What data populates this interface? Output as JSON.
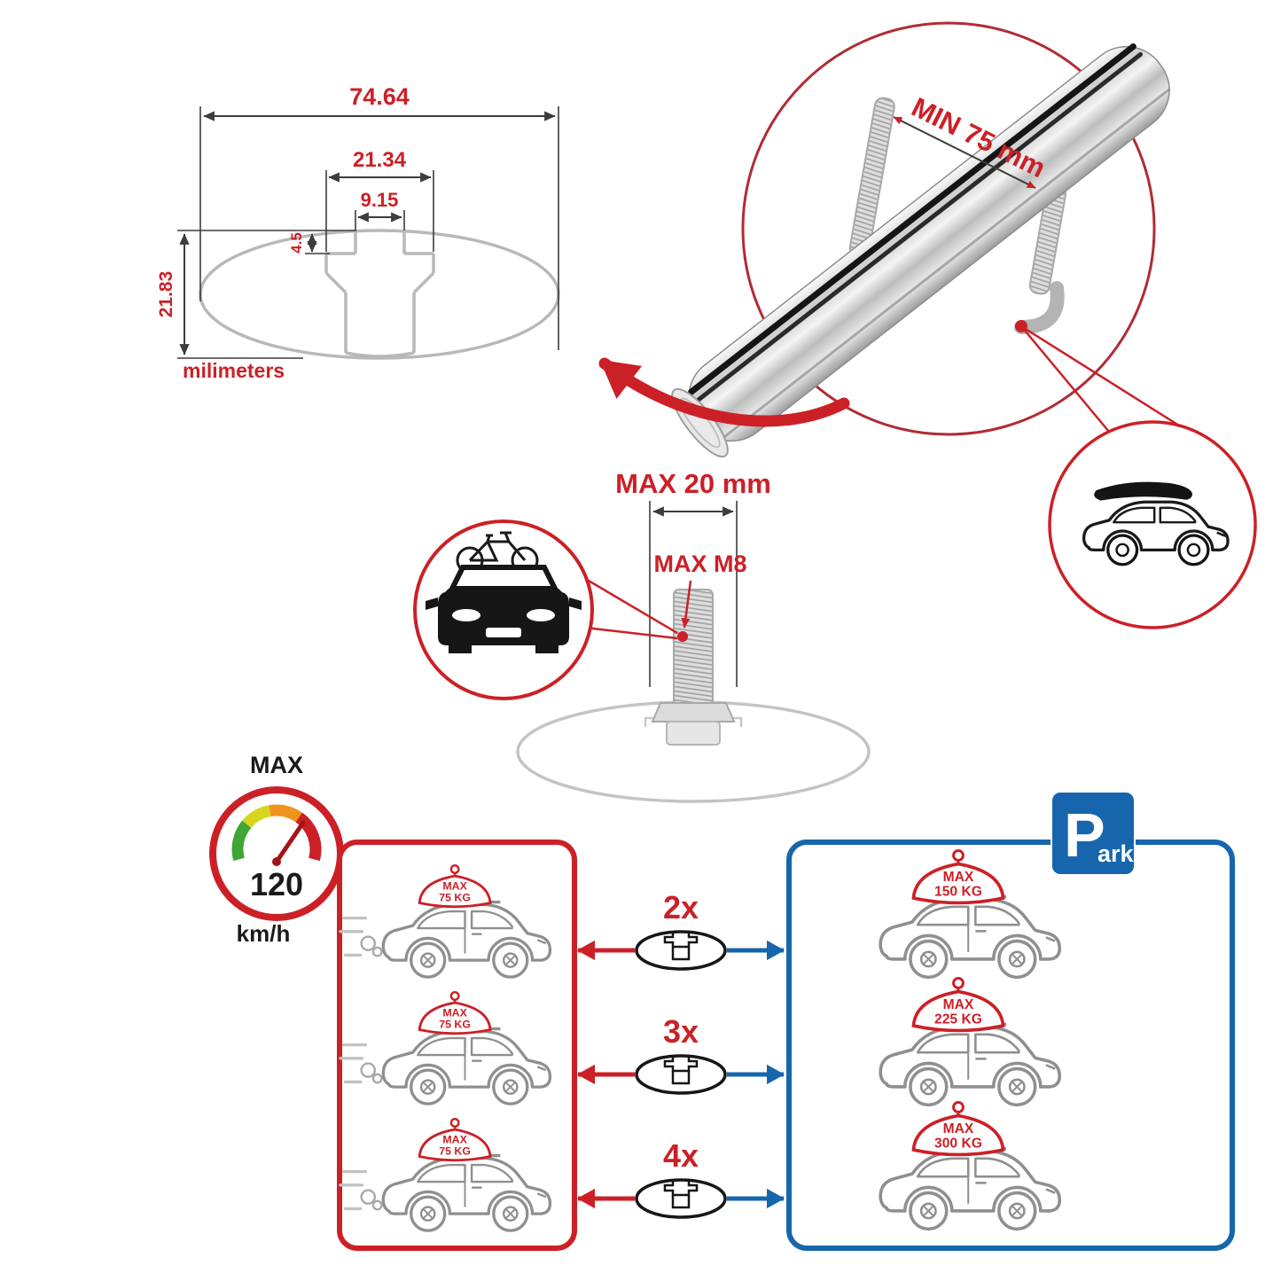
{
  "colors": {
    "red": "#cc2027",
    "blue": "#1766ad",
    "bar_silver": "#d2d2d2"
  },
  "cross_section": {
    "total_width": "74.64",
    "channel_width": "21.34",
    "slot_width": "9.15",
    "slot_depth": "4.5",
    "total_height": "21.83",
    "units": "milimeters"
  },
  "bar_detail": {
    "min_clearance": "MIN 75 mm"
  },
  "bolt_detail": {
    "max_length": "MAX 20 mm",
    "max_thread": "MAX M8"
  },
  "speed_gauge": {
    "title": "MAX",
    "value": "120",
    "units": "km/h"
  },
  "park_sign": {
    "letter": "P",
    "rest": "ark"
  },
  "multipliers": [
    {
      "label": "2x"
    },
    {
      "label": "3x"
    },
    {
      "label": "4x"
    }
  ],
  "driving_panel": {
    "cars": [
      {
        "max": "MAX",
        "weight": "75 KG"
      },
      {
        "max": "MAX",
        "weight": "75 KG"
      },
      {
        "max": "MAX",
        "weight": "75 KG"
      }
    ]
  },
  "parked_panel": {
    "cars": [
      {
        "max": "MAX",
        "weight": "150 KG"
      },
      {
        "max": "MAX",
        "weight": "225 KG"
      },
      {
        "max": "MAX",
        "weight": "300 KG"
      }
    ]
  }
}
